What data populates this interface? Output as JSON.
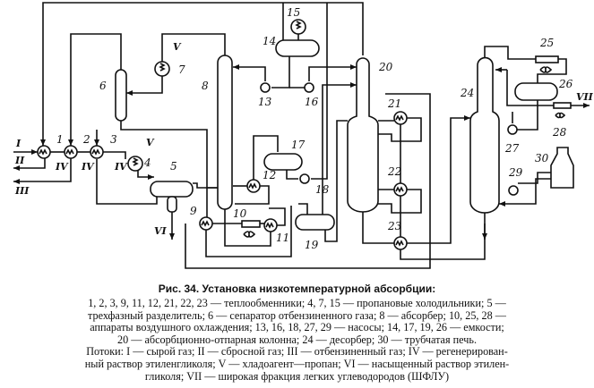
{
  "equipment_labels": [
    "1",
    "2",
    "3",
    "4",
    "5",
    "6",
    "7",
    "8",
    "9",
    "10",
    "11",
    "12",
    "13",
    "14",
    "15",
    "16",
    "17",
    "18",
    "19",
    "20",
    "21",
    "22",
    "23",
    "24",
    "25",
    "26",
    "27",
    "28",
    "29",
    "30"
  ],
  "stream_labels": {
    "I": "I",
    "II": "II",
    "III": "III",
    "IV": "IV",
    "V": "V",
    "VI": "VI",
    "VII": "VII"
  },
  "caption": {
    "title": "Рис. 34. Установка низкотемпературной абсорбции:",
    "lines": [
      "1, 2, 3, 9, 11, 12, 21, 22, 23 — теплообменники; 4, 7, 15 — пропановые холодильники; 5 —",
      "трехфазный разделитель; 6 — сепаратор отбензиненного газа; 8 — абсорбер; 10, 25, 28 —",
      "аппараты воздушного охлаждения; 13, 16, 18, 27, 29 — насосы; 14, 17, 19, 26 — емкости;",
      "20 — абсорбционно-отпарная колонна; 24 — десорбер; 30 — трубчатая печь.",
      "Потоки: I — сырой газ; II — сбросной газ; III — отбензиненный газ; IV — регенерирован-",
      "ный раствор этиленгликоля; V — хладоагент—пропан; VI — насыщенный раствор этилен-",
      "гликоля; VII — широкая фракция легких углеводородов (ШФЛУ)"
    ]
  }
}
